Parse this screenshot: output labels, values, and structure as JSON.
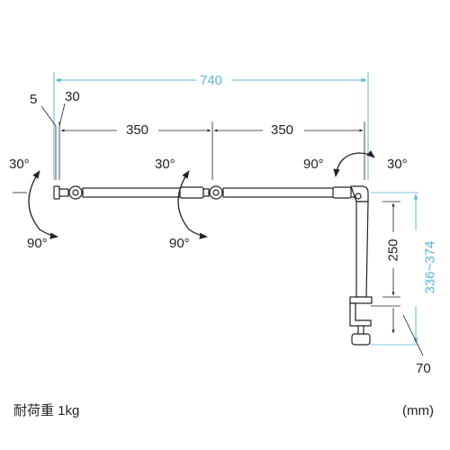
{
  "colors": {
    "ink": "#222222",
    "dimension_cyan": "#5bb8d6",
    "arm_fill": "#ffffff"
  },
  "dimensions": {
    "overall_width": "740",
    "offset_small": "5",
    "offset_joint": "30",
    "segment_1": "350",
    "segment_2": "350",
    "pole_height": "250",
    "height_range": "336~374",
    "clamp": "70"
  },
  "angles": {
    "left_up": "30°",
    "left_down": "90°",
    "mid_up": "30°",
    "mid_down": "90°",
    "right_left": "90°",
    "right_right": "30°"
  },
  "footer": {
    "load_capacity": "耐荷重 1kg",
    "unit": "(mm)"
  }
}
